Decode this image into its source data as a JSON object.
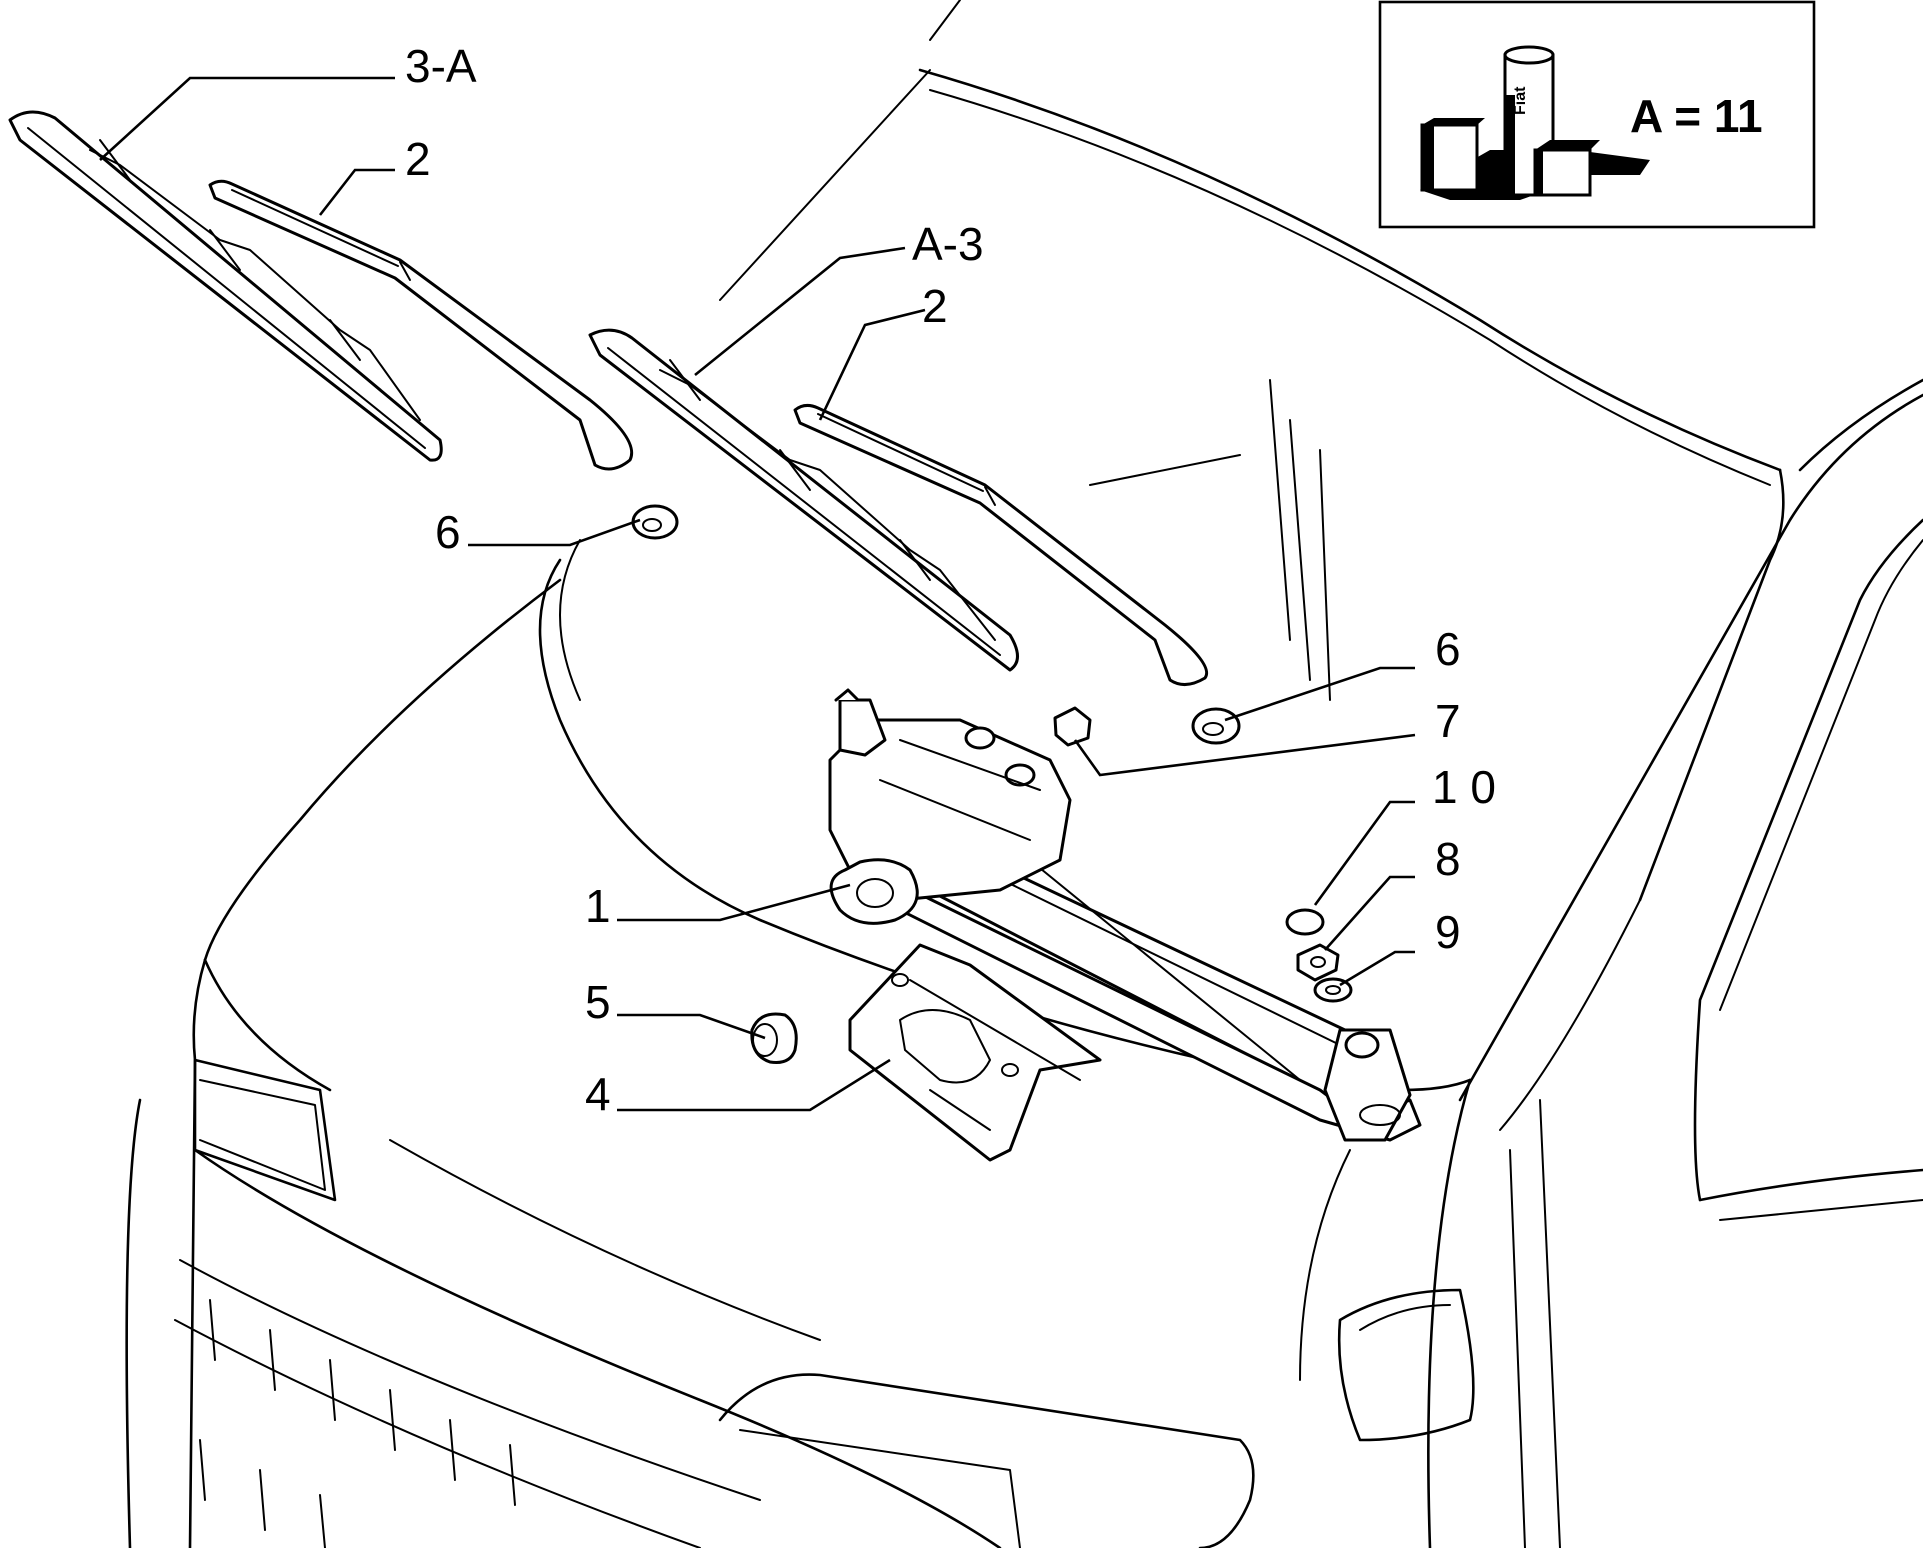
{
  "callouts": {
    "wiper_blade_left": "3-A",
    "wiper_arm_left": "2",
    "wiper_blade_right": "A-3",
    "wiper_arm_right": "2",
    "seal_left": "6",
    "seal_right": "6",
    "nut_7": "7",
    "cap_10": "1 0",
    "nut_8": "8",
    "washer_9": "9",
    "motor_1": "1",
    "grommet_5": "5",
    "bracket_4": "4"
  },
  "legend": {
    "text": "A = 11",
    "product_brand": "Fiat"
  },
  "colors": {
    "ink": "#000000",
    "paper": "#ffffff"
  }
}
